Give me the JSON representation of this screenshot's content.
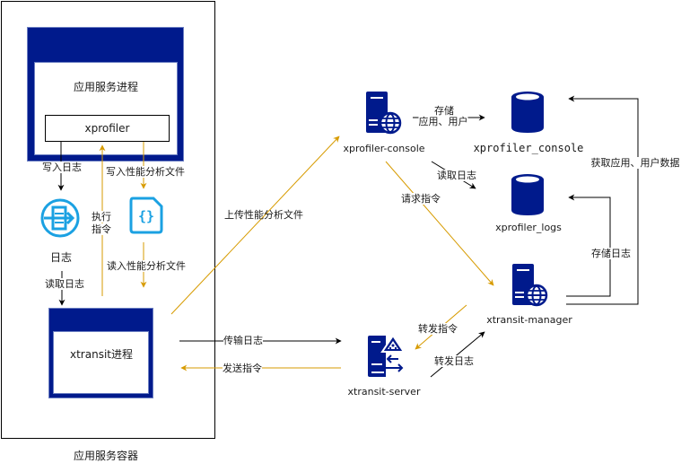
{
  "container": {
    "label": "应用服务容器"
  },
  "app_process": {
    "title": "应用服务进程",
    "xprofiler_label": "xprofiler"
  },
  "xtransit_process": {
    "title": "xtransit进程"
  },
  "local_nodes": {
    "log_icon_label": "日志",
    "json_file_icon": "json-file-icon",
    "log_icon": "log-icon"
  },
  "servers": {
    "console": "xprofiler-console",
    "manager": "xtransit-manager",
    "transit_server": "xtransit-server"
  },
  "databases": {
    "console_db": "xprofiler_console",
    "logs_db": "xprofiler_logs"
  },
  "edges": {
    "write_log": "写入日志",
    "write_profile": "写入性能分析文件",
    "exec_cmd_line1": "执行",
    "exec_cmd_line2": "指令",
    "read_profile": "读入性能分析文件",
    "read_log": "读取日志",
    "upload_profile": "上传性能分析文件",
    "store_line1": "存储",
    "store_line2": "应用、用户",
    "read_logs_db": "读取日志",
    "request_cmd": "请求指令",
    "fetch_app_user": "获取应用、用户数据",
    "store_logs": "存储日志",
    "transfer_log": "传输日志",
    "send_cmd": "发送指令",
    "forward_cmd": "转发指令",
    "forward_log": "转发日志"
  },
  "colors": {
    "navy": "#001a8c",
    "orange": "#d79b00",
    "cyan": "#1ba1e2",
    "black": "#000000"
  }
}
